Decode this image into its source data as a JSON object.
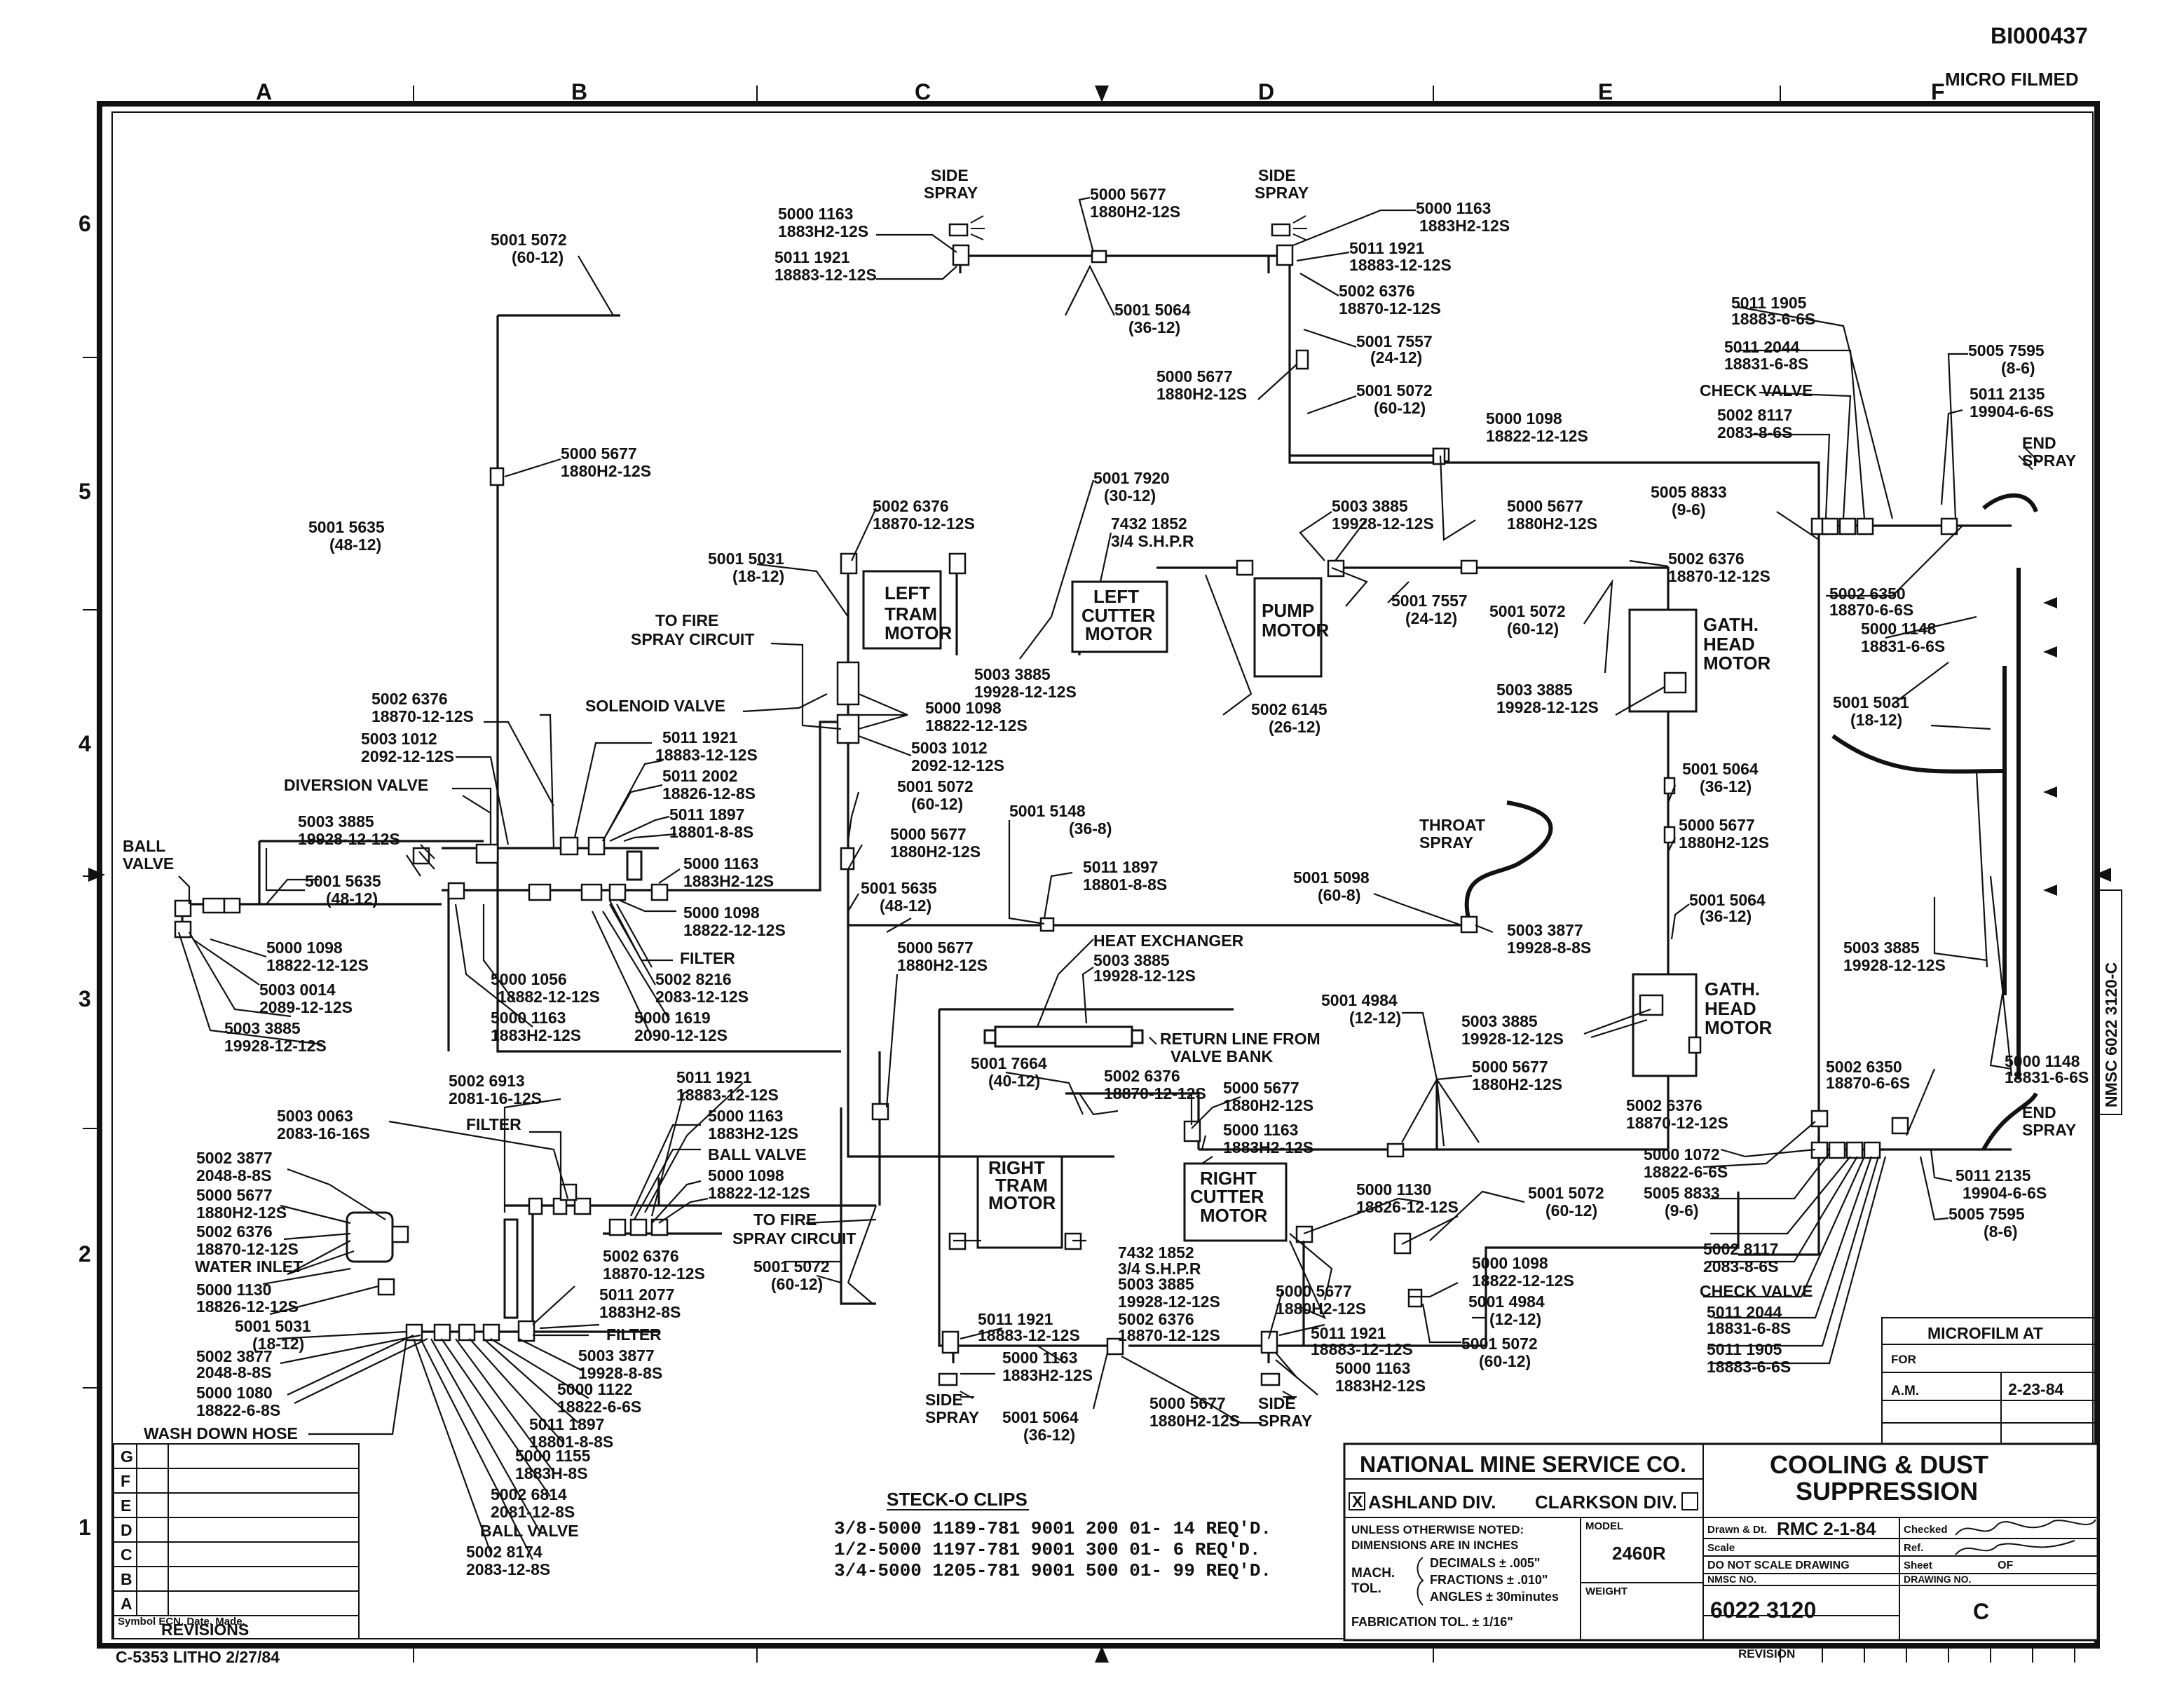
{
  "header": {
    "doc_id": "BI000437",
    "micro_stamp": "MICRO FILMED",
    "cols": [
      "A",
      "B",
      "C",
      "D",
      "E",
      "F"
    ],
    "rows": [
      "6",
      "5",
      "4",
      "3",
      "2",
      "1"
    ]
  },
  "labels": {
    "ball_valve": [
      "BALL",
      "VALVE"
    ],
    "diversion_valve": "DIVERSION VALVE",
    "solenoid_valve": "SOLENOID VALVE",
    "to_fire_spray_1": [
      "TO FIRE",
      "SPRAY CIRCUIT"
    ],
    "to_fire_spray_2": [
      "TO FIRE",
      "SPRAY CIRCUIT"
    ],
    "filter_1": "FILTER",
    "filter_2": "FILTER",
    "filter_3": "FILTER",
    "heat_exchanger": "HEAT EXCHANGER",
    "return_line": [
      "RETURN LINE FROM",
      "VALVE BANK"
    ],
    "throat_spray": [
      "THROAT",
      "SPRAY"
    ],
    "check_valve_1": "CHECK VALVE",
    "check_valve_2": "CHECK VALVE",
    "end_spray_1": [
      "END",
      "SPRAY"
    ],
    "end_spray_2": [
      "END",
      "SPRAY"
    ],
    "side_spray_1": [
      "SIDE",
      "SPRAY"
    ],
    "side_spray_2": [
      "SIDE",
      "SPRAY"
    ],
    "side_spray_3": [
      "SIDE",
      "SPRAY"
    ],
    "side_spray_4": [
      "SIDE",
      "SPRAY"
    ],
    "water_inlet": "WATER INLET",
    "wash_down_hose": "WASH DOWN HOSE",
    "ball_valve_2": "BALL VALVE",
    "ball_valve_3": "BALL VALVE"
  },
  "components": {
    "left_tram": [
      "LEFT",
      "TRAM",
      "MOTOR"
    ],
    "left_cutter": [
      "LEFT",
      "CUTTER",
      "MOTOR"
    ],
    "pump": [
      "PUMP",
      "MOTOR"
    ],
    "gath_head_1": [
      "GATH.",
      "HEAD",
      "MOTOR"
    ],
    "gath_head_2": [
      "GATH.",
      "HEAD",
      "MOTOR"
    ],
    "right_tram": [
      "RIGHT",
      "TRAM",
      "MOTOR"
    ],
    "right_cutter": [
      "RIGHT",
      "CUTTER",
      "MOTOR"
    ]
  },
  "parts": {
    "p01": [
      "5000 1163",
      "1883H2-12S"
    ],
    "p02": [
      "5011 1921",
      "18883-12-12S"
    ],
    "p03": [
      "5000 5677",
      "1880H2-12S"
    ],
    "p04": [
      "5000 1163",
      "1883H2-12S"
    ],
    "p05": [
      "5011 1921",
      "18883-12-12S"
    ],
    "p06": [
      "5002 6376",
      "18870-12-12S"
    ],
    "p07": [
      "5001 5064",
      "(36-12)"
    ],
    "p08": [
      "5001 7557",
      "(24-12)"
    ],
    "p09": [
      "5000 5677",
      "1880H2-12S"
    ],
    "p10": [
      "5001 5072",
      "(60-12)"
    ],
    "p11": [
      "5001 5072",
      "(60-12)"
    ],
    "p12": [
      "5000 5677",
      "1880H2-12S"
    ],
    "p13": [
      "5001 5635",
      "(48-12)"
    ],
    "p14": [
      "5002 6376",
      "18870-12-12S"
    ],
    "p15": [
      "5001 7920",
      "(30-12)"
    ],
    "p16": [
      "7432 1852",
      "3/4 S.H.P.R"
    ],
    "p17": [
      "5003 3885",
      "19928-12-12S"
    ],
    "p18": [
      "5000 5677",
      "1880H2-12S"
    ],
    "p19": [
      "5000 1098",
      "18822-12-12S"
    ],
    "p20": [
      "5011 1905",
      "18883-6-6S"
    ],
    "p21": [
      "5011 2044",
      "18831-6-8S"
    ],
    "p22": [
      "5005 7595",
      "(8-6)"
    ],
    "p23": [
      "5011 2135",
      "19904-6-6S"
    ],
    "p24": [
      "5002 8117",
      "2083-8-6S"
    ],
    "p25": [
      "5005 8833",
      "(9-6)"
    ],
    "p26": [
      "5001 5031",
      "(18-12)"
    ],
    "p27": [
      "5002 6376",
      "18870-12-12S"
    ],
    "p28": [
      "5001 7557",
      "(24-12)"
    ],
    "p29": [
      "5001 5072",
      "(60-12)"
    ],
    "p30": [
      "5002 6350",
      "18870-6-6S"
    ],
    "p31": [
      "5000 1148",
      "18831-6-6S"
    ],
    "p32": [
      "5003 3885",
      "19928-12-12S"
    ],
    "p33": [
      "5002 6145",
      "(26-12)"
    ],
    "p34": [
      "5002 6376",
      "18870-12-12S"
    ],
    "p35": [
      "5003 1012",
      "2092-12-12S"
    ],
    "p36": [
      "5000 1098",
      "18822-12-12S"
    ],
    "p37": [
      "5003 3885",
      "19928-12-12S"
    ],
    "p38": [
      "5001 5031",
      "(18-12)"
    ],
    "p39": [
      "5011 1921",
      "18883-12-12S"
    ],
    "p40": [
      "5003 1012",
      "2092-12-12S"
    ],
    "p41": [
      "5011 2002",
      "18826-12-8S"
    ],
    "p42": [
      "5001 5072",
      "(60-12)"
    ],
    "p43": [
      "5001 5064",
      "(36-12)"
    ],
    "p44": [
      "5003 3885",
      "19928-12-12S"
    ],
    "p45": [
      "5011 1897",
      "18801-8-8S"
    ],
    "p46": [
      "5000 5677",
      "1880H2-12S"
    ],
    "p47": [
      "5001 5148",
      "(36-8)"
    ],
    "p48": [
      "5000 1163",
      "1883H2-12S"
    ],
    "p49": [
      "5001 5635",
      "(48-12)"
    ],
    "p50": [
      "5001 5635",
      "(48-12)"
    ],
    "p51": [
      "5011 1897",
      "18801-8-8S"
    ],
    "p52": [
      "5001 5098",
      "(60-8)"
    ],
    "p53": [
      "5000 5677",
      "1880H2-12S"
    ],
    "p54": [
      "5001 5064",
      "(36-12)"
    ],
    "p55": [
      "5000 1098",
      "18822-12-12S"
    ],
    "p56": [
      "5003 3877",
      "19928-8-8S"
    ],
    "p57": [
      "5000 1098",
      "18822-12-12S"
    ],
    "p58": [
      "5003 0014",
      "2089-12-12S"
    ],
    "p59": [
      "5003 3885",
      "19928-12-12S"
    ],
    "p60": [
      "5000 1056",
      "18882-12-12S"
    ],
    "p61": [
      "5002 8216",
      "2083-12-12S"
    ],
    "p62": [
      "5000 1163",
      "1883H2-12S"
    ],
    "p63": [
      "5000 1619",
      "2090-12-12S"
    ],
    "p64": [
      "5000 5677",
      "1880H2-12S"
    ],
    "p65": [
      "5003 3885",
      "19928-12-12S"
    ],
    "p66": [
      "5003 3885",
      "19928-12-12S"
    ],
    "p67": [
      "5001 4984",
      "(12-12)"
    ],
    "p68": [
      "5003 3885",
      "19928-12-12S"
    ],
    "p69": [
      "5003 3885",
      "19928-12-12S"
    ],
    "p70": [
      "5000 5677",
      "1880H2-12S"
    ],
    "p71": [
      "5001 7664",
      "(40-12)"
    ],
    "p72": [
      "5002 6376",
      "18870-12-12S"
    ],
    "p73": [
      "5000 5677",
      "1880H2-12S"
    ],
    "p74": [
      "5000 1163",
      "1883H2-12S"
    ],
    "p75": [
      "5002 6350",
      "18870-6-6S"
    ],
    "p76": [
      "5000 1148",
      "18831-6-6S"
    ],
    "p77": [
      "5002 6376",
      "18870-12-12S"
    ],
    "p78": [
      "5000 1072",
      "18822-6-6S"
    ],
    "p79": [
      "5005 8833",
      "(9-6)"
    ],
    "p80": [
      "5011 2135",
      "19904-6-6S"
    ],
    "p81": [
      "5005 7595",
      "(8-6)"
    ],
    "p82": [
      "5002 6913",
      "2081-16-12S"
    ],
    "p83": [
      "5011 1921",
      "18883-12-12S"
    ],
    "p84": [
      "5003 0063",
      "2083-16-16S"
    ],
    "p85": [
      "5000 1163",
      "1883H2-12S"
    ],
    "p86": [
      "5002 3877",
      "2048-8-8S"
    ],
    "p87": [
      "5000 1098",
      "18822-12-12S"
    ],
    "p88": [
      "5000 5677",
      "1880H2-12S"
    ],
    "p89": [
      "5002 6376",
      "18870-12-12S"
    ],
    "p90": [
      "5000 1130",
      "18826-12-12S"
    ],
    "p91": [
      "5002 6376",
      "18870-12-12S"
    ],
    "p92": [
      "5011 2077",
      "1883H2-8S"
    ],
    "p93": [
      "5001 5072",
      "(60-12)"
    ],
    "p94": [
      "5000 1130",
      "18826-12-12S"
    ],
    "p95": [
      "5001 5072",
      "(60-12)"
    ],
    "p96": [
      "5001 5031",
      "(18-12)"
    ],
    "p97": [
      "5002 3877",
      "2048-8-8S"
    ],
    "p98": [
      "5000 1080",
      "18822-6-8S"
    ],
    "p99": [
      "5011 1897",
      "18801-8-8S"
    ],
    "p100": [
      "5000 1155",
      "1883H-8S"
    ],
    "p101": [
      "5002 6814",
      "2081-12-8S"
    ],
    "p102": [
      "5002 8174",
      "2083-12-8S"
    ],
    "p103": [
      "5003 3877",
      "19928-8-8S"
    ],
    "p104": [
      "5000 1122",
      "18822-6-6S"
    ],
    "p105": [
      "5011 1921",
      "18883-12-12S"
    ],
    "p106": [
      "5000 1163",
      "1883H2-12S"
    ],
    "p107": [
      "5001 5064",
      "(36-12)"
    ],
    "p108": [
      "5000 5677",
      "1880H2-12S"
    ],
    "p109": [
      "7432 1852",
      "3/4 S.H.P.R"
    ],
    "p110": [
      "5003 3885",
      "19928-12-12S"
    ],
    "p111": [
      "5002 6376",
      "18870-12-12S"
    ],
    "p112": [
      "5000 5677",
      "1880H2-12S"
    ],
    "p113": [
      "5011 1921",
      "18883-12-12S"
    ],
    "p114": [
      "5000 1163",
      "1883H2-12S"
    ],
    "p115": [
      "5000 1098",
      "18822-12-12S"
    ],
    "p116": [
      "5001 4984",
      "(12-12)"
    ],
    "p117": [
      "5001 5072",
      "(60-12)"
    ],
    "p118": [
      "5002 8117",
      "2083-8-6S"
    ],
    "p119": [
      "5011 2044",
      "18831-6-8S"
    ],
    "p120": [
      "5011 1905",
      "18883-6-6S"
    ]
  },
  "clips": {
    "title": "STECK-O CLIPS",
    "rows": [
      "3/8-5000  1189-781 9001 200 01-  14 REQ'D.",
      "1/2-5000  1197-781 9001 300 01-   6 REQ'D.",
      "3/4-5000  1205-781 9001 500 01-  99 REQ'D."
    ]
  },
  "revisions": {
    "letters": [
      "G",
      "F",
      "E",
      "D",
      "C",
      "B",
      "A"
    ],
    "footer": "Symbol ECN. Date. Made.",
    "title": "REVISIONS"
  },
  "title_block": {
    "company": "NATIONAL MINE SERVICE CO.",
    "div_ashland": "ASHLAND DIV.",
    "div_clarkson": "CLARKSON DIV.",
    "check": "X",
    "title": [
      "COOLING & DUST",
      "SUPPRESSION"
    ],
    "tol_heading": [
      "UNLESS OTHERWISE NOTED:",
      "DIMENSIONS ARE IN INCHES"
    ],
    "mach_tol": [
      "MACH.",
      "TOL."
    ],
    "tol_lines": [
      "DECIMALS ± .005\"",
      "FRACTIONS ± .010\"",
      "ANGLES ± 30minutes"
    ],
    "fab_tol": "FABRICATION TOL. ± 1/16\"",
    "model_label": "MODEL",
    "model": "2460R",
    "weight_label": "WEIGHT",
    "drawn_label": "Drawn & Dt.",
    "drawn": "RMC 2-1-84",
    "checked_label": "Checked",
    "scale_label": "Scale",
    "ref_label": "Ref.",
    "no_scale": "DO NOT SCALE DRAWING",
    "sheet_label": "Sheet",
    "sheet": "OF",
    "nmsc_label": "NMSC NO.",
    "nmsc": "6022 3120",
    "dwg_label": "DRAWING NO.",
    "revision": "C",
    "revision_label": "REVISION"
  },
  "microfilm": {
    "title": "MICROFILM AT",
    "for_label": "FOR",
    "am_label": "A.M.",
    "date": "2-23-84"
  },
  "side_tab": "NMSC 6022 3120-C",
  "litho": "C-5353   LITHO 2/27/84"
}
